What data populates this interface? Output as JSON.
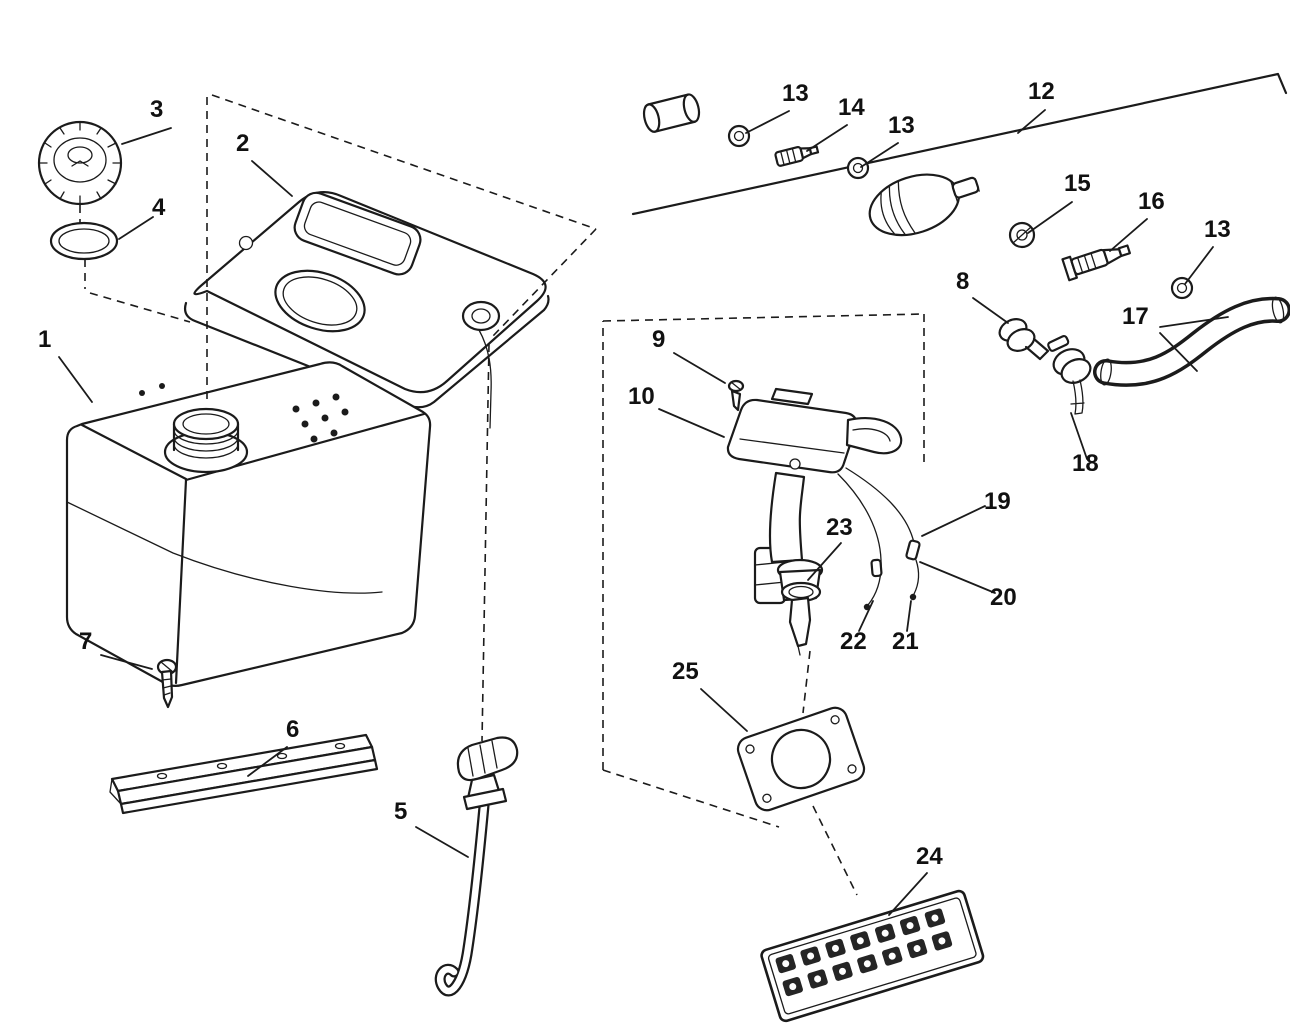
{
  "diagram": {
    "kind": "exploded-parts-diagram",
    "background": "#ffffff",
    "line_color": "#1b1b1b",
    "callouts": [
      {
        "id": "callout-1",
        "label": "1"
      },
      {
        "id": "callout-2",
        "label": "2"
      },
      {
        "id": "callout-3",
        "label": "3"
      },
      {
        "id": "callout-4",
        "label": "4"
      },
      {
        "id": "callout-5",
        "label": "5"
      },
      {
        "id": "callout-6",
        "label": "6"
      },
      {
        "id": "callout-7",
        "label": "7"
      },
      {
        "id": "callout-8",
        "label": "8"
      },
      {
        "id": "callout-9",
        "label": "9"
      },
      {
        "id": "callout-10",
        "label": "10"
      },
      {
        "id": "callout-12",
        "label": "12"
      },
      {
        "id": "callout-13a",
        "label": "13"
      },
      {
        "id": "callout-13b",
        "label": "13"
      },
      {
        "id": "callout-13c",
        "label": "13"
      },
      {
        "id": "callout-14",
        "label": "14"
      },
      {
        "id": "callout-15",
        "label": "15"
      },
      {
        "id": "callout-16",
        "label": "16"
      },
      {
        "id": "callout-17",
        "label": "17"
      },
      {
        "id": "callout-18",
        "label": "18"
      },
      {
        "id": "callout-19",
        "label": "19"
      },
      {
        "id": "callout-20",
        "label": "20"
      },
      {
        "id": "callout-21",
        "label": "21"
      },
      {
        "id": "callout-22",
        "label": "22"
      },
      {
        "id": "callout-23",
        "label": "23"
      },
      {
        "id": "callout-24",
        "label": "24"
      },
      {
        "id": "callout-25",
        "label": "25"
      }
    ]
  }
}
